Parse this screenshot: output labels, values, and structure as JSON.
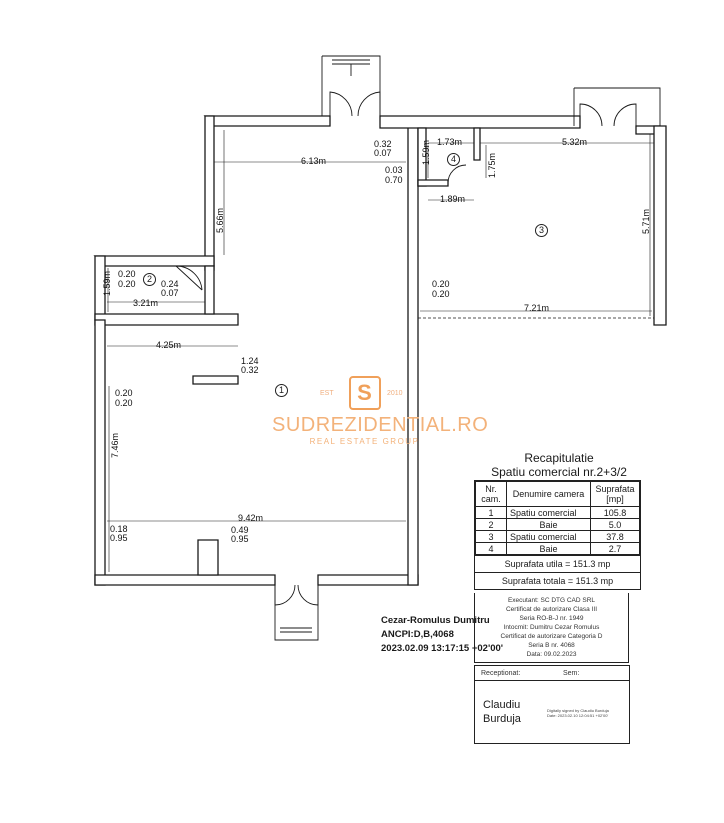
{
  "dimensions": {
    "d_613": "6.13m",
    "d_532": "5.32m",
    "d_173": "1.73m",
    "d_566": "5.66m",
    "d_571": "5.71m",
    "d_159a": "1.59m",
    "d_175": "1.75m",
    "d_189": "1.89m",
    "d_159b": "1.59m",
    "d_321": "3.21m",
    "d_721": "7.21m",
    "d_425": "4.25m",
    "d_746": "7.46m",
    "d_942": "9.42m",
    "o_032_007_a": "0.32",
    "o_032_007_b": "0.07",
    "o_003_070_a": "0.03",
    "o_003_070_b": "0.70",
    "o_020_020_a": "0.20",
    "o_020_020_b": "0.20",
    "o_024_007_a": "0.24",
    "o_024_007_b": "0.07",
    "o_020_020_c": "0.20",
    "o_020_020_d": "0.20",
    "o_124_032_a": "1.24",
    "o_124_032_b": "0.32",
    "o_020_020_e": "0.20",
    "o_020_020_f": "0.20",
    "o_018_095_a": "0.18",
    "o_018_095_b": "0.95",
    "o_049_095_a": "0.49",
    "o_049_095_b": "0.95"
  },
  "rooms": [
    "1",
    "2",
    "3",
    "4"
  ],
  "watermark": {
    "logo_letter": "S",
    "est_left": "EST",
    "est_right": "2010",
    "name": "SUDREZIDENTIAL.RO",
    "tagline": "REAL ESTATE GROUP"
  },
  "recap": {
    "title_line1": "Recapitulatie",
    "title_line2": "Spatiu comercial nr.2+3/2",
    "headers": [
      "Nr. cam.",
      "Denumire camera",
      "Suprafata [mp]"
    ],
    "rows": [
      {
        "nr": "1",
        "name": "Spatiu comercial",
        "area": "105.8"
      },
      {
        "nr": "2",
        "name": "Baie",
        "area": "5.0"
      },
      {
        "nr": "3",
        "name": "Spatiu comercial",
        "area": "37.8"
      },
      {
        "nr": "4",
        "name": "Baie",
        "area": "2.7"
      }
    ],
    "util": "Suprafata utila = 151.3 mp",
    "total": "Suprafata totala = 151.3 mp"
  },
  "executant": [
    "Executant: SC DTG CAD SRL",
    "Certificat de autorizare Clasa III",
    "Seria RO-B-J nr. 1949",
    "Intocmit: Dumitru Cezar Romulus",
    "Certificat de autorizare Categoria D",
    "Seria B nr. 4068",
    "Data: 09.02.2023"
  ],
  "signature": {
    "name": "Cezar-Romulus Dumitru",
    "ancpi": "ANCPI:D,B,4068",
    "date": "2023.02.09 13:17:15 +02'00'"
  },
  "receptionat": {
    "label": "Receptionat:",
    "sem": "Sem:",
    "name_line1": "Claudiu",
    "name_line2": "Burduja",
    "stamp_line1": "Digitally signed by Claudiu Burduja",
    "stamp_line2": "Date: 2023.02.10 12:04:51 +02'00'"
  }
}
